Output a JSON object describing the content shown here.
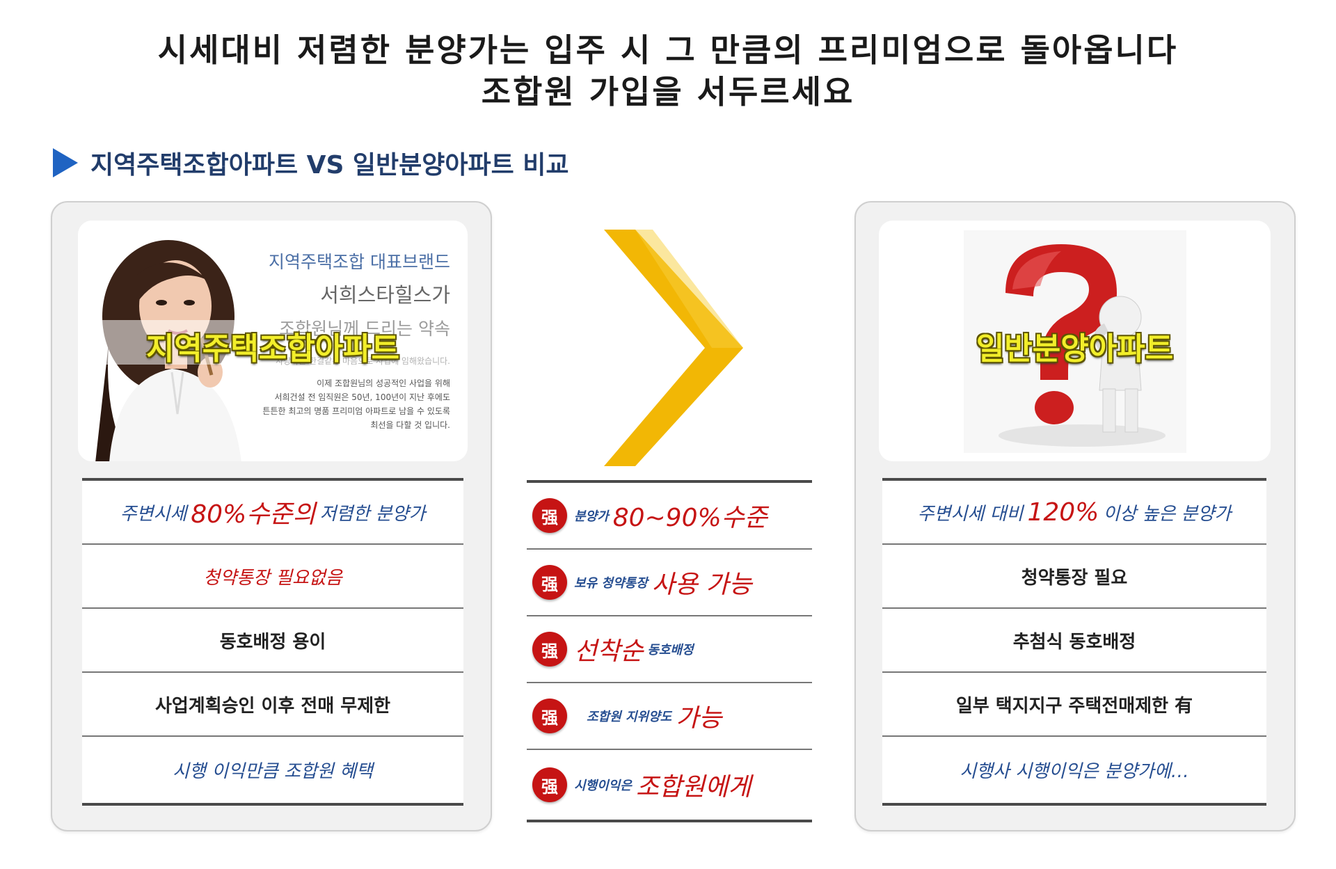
{
  "headline": {
    "line1": "시세대비 저렴한 분양가는 입주 시 그 만큼의 프리미엄으로 돌아옵니다",
    "line2": "조합원 가입을 서두르세요"
  },
  "section_title": "지역주택조합아파트 VS 일반분양아파트 비교",
  "left": {
    "brand_line1": "지역주택조합 대표브랜드",
    "brand_line2": "서희스타힐스가",
    "brand_line3": "조합원님께 드리는 약속",
    "brand_small1": "사랑하는 한결같은 마음으로 사업에 임해왔습니다.",
    "brand_small2": "이제 조합원님의 성공적인 사업을 위해",
    "brand_small3": "서희건설 전 임직원은 50년, 100년이 지난 후에도",
    "brand_small4": "튼튼한 최고의 명품 프리미엄 아파트로 남을 수 있도록",
    "brand_small5": "최선을 다할 것 입니다.",
    "overlay": "지역주택조합아파트",
    "rows": [
      {
        "pre": "주변시세",
        "emph": "80%수준의",
        "post": "저렴한 분양가"
      },
      {
        "text": "청약통장 필요없음"
      },
      {
        "text": "동호배정 용이"
      },
      {
        "text": "사업계획승인 이후 전매 무제한"
      },
      {
        "text": "시행 이익만큼 조합원 혜택"
      }
    ]
  },
  "middle": {
    "badge": "强",
    "rows": [
      {
        "small_before": "분양가",
        "big": "80~90%수준",
        "small_after": ""
      },
      {
        "small_before": "보유 청약통장",
        "big": "사용 가능",
        "small_after": ""
      },
      {
        "small_before": "",
        "big": "선착순",
        "small_after": "동호배정"
      },
      {
        "small_before": "조합원 지위양도",
        "big": "가능",
        "small_after": ""
      },
      {
        "small_before": "시행이익은",
        "big": "조합원에게",
        "small_after": ""
      }
    ]
  },
  "right": {
    "overlay": "일반분양아파트",
    "rows": [
      {
        "pre": "주변시세 대비",
        "emph": "120%",
        "post": "이상 높은 분양가"
      },
      {
        "text": "청약통장 필요"
      },
      {
        "text": "추첨식 동호배정"
      },
      {
        "text": "일부 택지지구 주택전매제한 有"
      },
      {
        "text": "시행사 시행이익은 분양가에…"
      }
    ]
  },
  "colors": {
    "accent_red": "#c61414",
    "accent_blue": "#264e91",
    "chevron_yellow": "#f2b705"
  }
}
